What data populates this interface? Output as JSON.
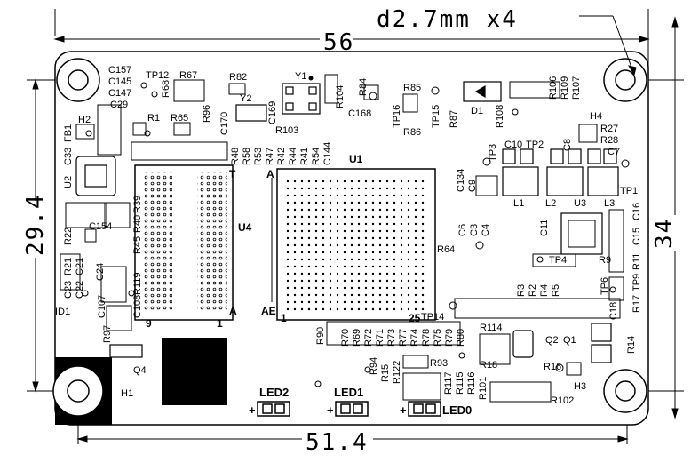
{
  "dimensions": {
    "top_width": "56",
    "bottom_width": "51.4",
    "left_height": "29.4",
    "right_height": "34",
    "hole_note": "d2.7mm x4"
  },
  "chips": {
    "u1": "U1",
    "u4": "U4",
    "u2": "U2",
    "u3": "U3"
  },
  "pin_markers": {
    "u1_a": "A",
    "u1_ae": "AE",
    "u1_1": "1",
    "u1_25": "25",
    "u4_t": "T",
    "u4_a": "A",
    "u4_9": "9",
    "u4_1": "1"
  },
  "leds": {
    "led2": "LED2",
    "led1": "LED1",
    "led0": "LED0"
  },
  "components": {
    "c157": "C157",
    "c145": "C145",
    "c147": "C147",
    "c29": "C29",
    "tp12": "TP12",
    "r67": "R67",
    "r68": "R68",
    "r96": "R96",
    "r82": "R82",
    "y2": "Y2",
    "y1": "Y1",
    "r103": "R103",
    "c170": "C170",
    "c169": "C169",
    "r104": "R104",
    "c168": "C168",
    "r84": "R84",
    "r85": "R85",
    "r86": "R86",
    "tp16": "TP16",
    "tp15": "TP15",
    "r87": "R87",
    "d1": "D1",
    "r108": "R108",
    "r106": "R106",
    "r109": "R109",
    "r107": "R107",
    "h2": "H2",
    "fb1": "FB1",
    "c33": "C33",
    "r1": "R1",
    "r65": "R65",
    "r48": "R48",
    "r58": "R58",
    "r53": "R53",
    "r47": "R47",
    "r42": "R42",
    "r44": "R44",
    "r41": "R41",
    "r54": "R54",
    "c144": "C144",
    "h4": "H4",
    "r27": "R27",
    "r28": "R28",
    "tp3": "TP3",
    "c10": "C10",
    "tp2": "TP2",
    "c8": "C8",
    "c7": "C7",
    "tp1": "TP1",
    "c134": "C134",
    "c9": "C9",
    "l1": "L1",
    "l2": "L2",
    "l3": "L3",
    "c16": "C16",
    "c15": "C15",
    "r11": "R11",
    "tp9": "TP9",
    "r17": "R17",
    "c6": "C6",
    "c3": "C3",
    "c4": "C4",
    "c11": "C11",
    "r64": "R64",
    "tp4": "TP4",
    "r9": "R9",
    "r3": "R3",
    "r2": "R2",
    "r4": "R4",
    "r5": "R5",
    "tp6": "TP6",
    "c18": "C18",
    "tp14": "TP14",
    "r22": "R22",
    "c154": "C154",
    "c24": "C24",
    "r45": "R45",
    "r40": "R40",
    "r39": "R39",
    "r119": "R119",
    "r23": "R23",
    "r21": "R21",
    "c23": "C23",
    "c22": "C22",
    "c21": "C21",
    "c107": "C107",
    "c108": "C108",
    "id1": "ID1",
    "r97": "R97",
    "q4": "Q4",
    "h1": "H1",
    "r90": "R90",
    "r70": "R70",
    "r69": "R69",
    "r72": "R72",
    "r71": "R71",
    "r73": "R73",
    "r77": "R77",
    "r74": "R74",
    "r78": "R78",
    "r75": "R75",
    "r79": "R79",
    "r80": "R80",
    "r114": "R114",
    "r18": "R18",
    "q2": "Q2",
    "q1": "Q1",
    "r14": "R14",
    "r94": "R94",
    "r122": "R122",
    "r15": "R15",
    "r93": "R93",
    "r117": "R117",
    "r115": "R115",
    "r116": "R116",
    "r101": "R101",
    "r102": "R102",
    "r16": "R16",
    "h3": "H3"
  }
}
